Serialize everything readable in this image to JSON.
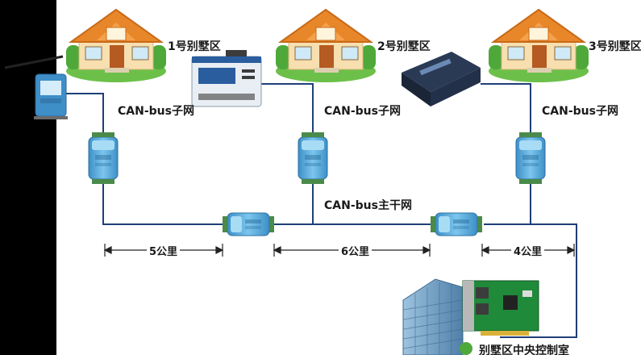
{
  "houses": [
    {
      "label": "1号别墅区"
    },
    {
      "label": "2号别墅区"
    },
    {
      "label": "3号别墅区"
    }
  ],
  "subnet_label": "CAN-bus子网",
  "main_bus_label": "CAN-bus主干网",
  "distances": [
    "5公里",
    "6公里",
    "4公里"
  ],
  "control_room_label": "别墅区中央控制室",
  "colors": {
    "line": "#1f3f78",
    "repeater_body": "#4aa3d8",
    "repeater_top": "#8fd0f2",
    "roof": "#e8872a",
    "wall": "#f7dfb0",
    "grass": "#6cc04a",
    "pcb": "#1f8a3a",
    "building": "#5d8fb8"
  }
}
